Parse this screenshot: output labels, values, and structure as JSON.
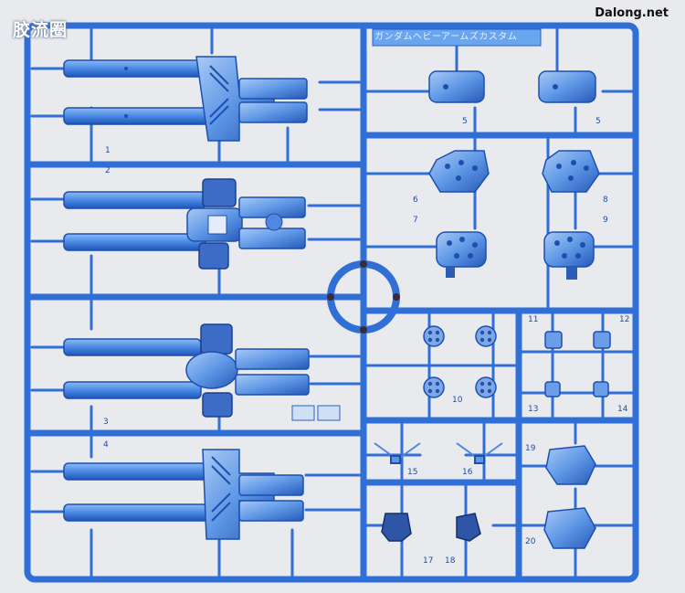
{
  "watermark_left": "胶流圈",
  "watermark_right": "Dalong.net",
  "runner_title": "ガンダムヘビーアームズカスタム",
  "part_labels": [
    "1",
    "2",
    "3",
    "4",
    "5",
    "5",
    "6",
    "7",
    "8",
    "9",
    "10",
    "11",
    "12",
    "13",
    "14",
    "15",
    "16",
    "17",
    "18",
    "19",
    "20"
  ],
  "colors": {
    "runner": "#2f6fd6",
    "runner_dark": "#1c4fb0",
    "part": "#5d98e8",
    "part_dark": "#1f4fa8",
    "background": "#e9eaee"
  }
}
